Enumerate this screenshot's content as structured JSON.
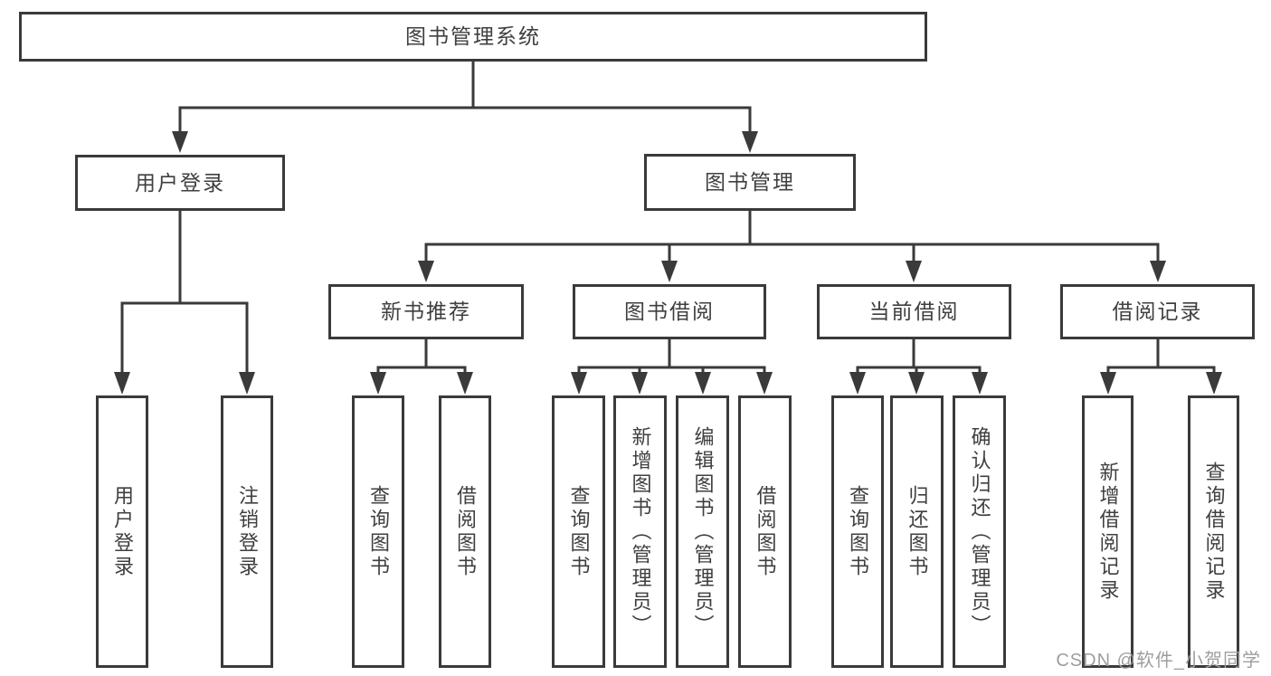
{
  "diagram": {
    "root": {
      "label": "图书管理系统"
    },
    "level2": [
      {
        "label": "用户登录"
      },
      {
        "label": "图书管理"
      }
    ],
    "level3": [
      {
        "label": "新书推荐"
      },
      {
        "label": "图书借阅"
      },
      {
        "label": "当前借阅"
      },
      {
        "label": "借阅记录"
      }
    ],
    "leaves": [
      {
        "label": "用户登录"
      },
      {
        "label": "注销登录"
      },
      {
        "label": "查询图书"
      },
      {
        "label": "借阅图书"
      },
      {
        "label": "查询图书"
      },
      {
        "label": "新增图书（管理员）"
      },
      {
        "label": "编辑图书（管理员）"
      },
      {
        "label": "借阅图书"
      },
      {
        "label": "查询图书"
      },
      {
        "label": "归还图书"
      },
      {
        "label": "确认归还（管理员）"
      },
      {
        "label": "新增借阅记录"
      },
      {
        "label": "查询借阅记录"
      }
    ],
    "watermark": "CSDN @软件_小贺同学",
    "colors": {
      "line": "#3a3a3a",
      "text": "#3f3f3f",
      "watermark": "#9e9e9e",
      "background": "#ffffff"
    }
  }
}
